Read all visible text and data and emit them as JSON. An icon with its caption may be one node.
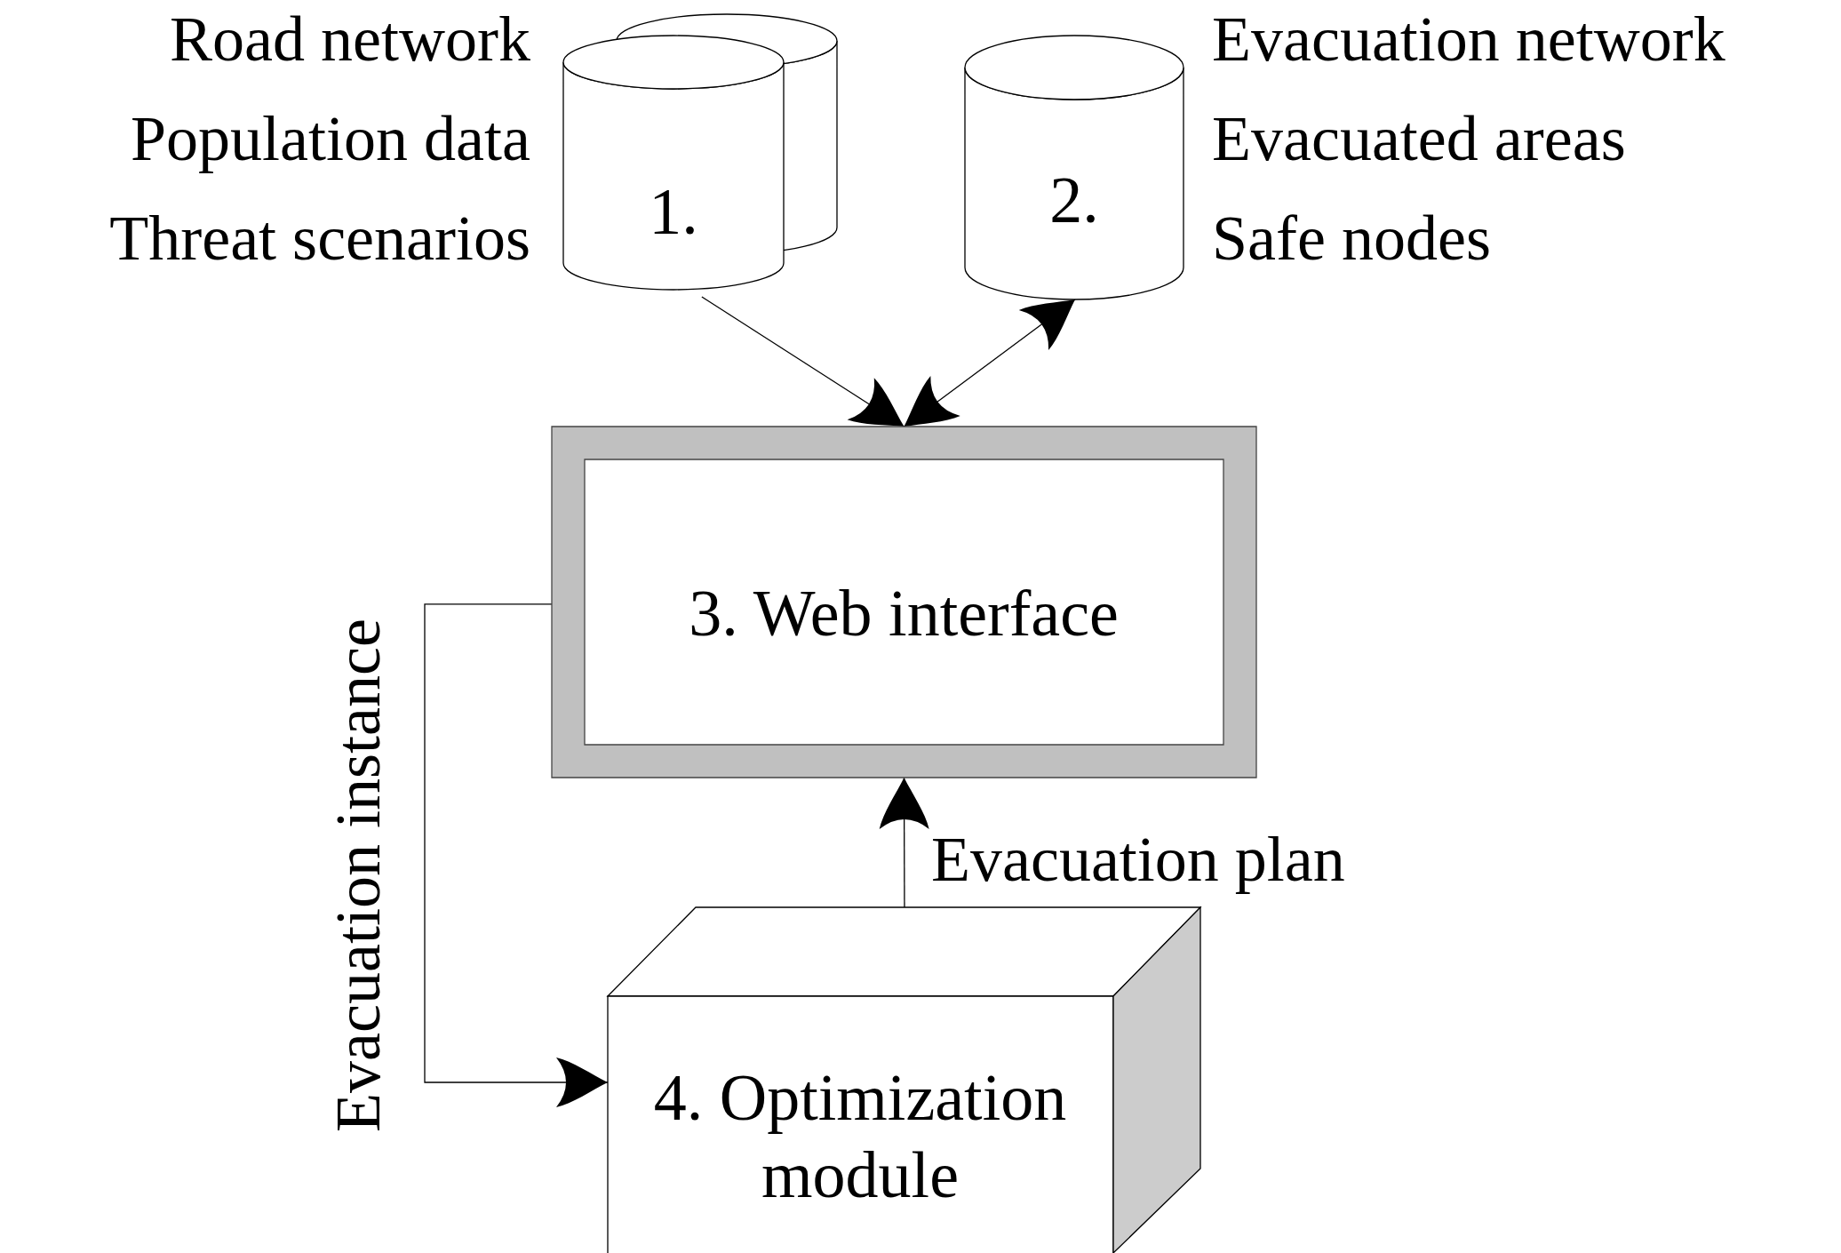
{
  "diagram": {
    "nodes": [
      {
        "text": [
          "1."
        ],
        "beside": [
          "Road network",
          "Population data",
          "Threat scenarios"
        ]
      },
      {
        "text": [
          "2."
        ],
        "beside": [
          "Evacuation network",
          "Evacuated areas",
          "Safe nodes"
        ]
      },
      {
        "text": [
          "3. Web interface"
        ]
      },
      {
        "text": [
          "4. Optimization module"
        ]
      }
    ],
    "edges": [
      {
        "from": 0,
        "to": 2,
        "arrow": "to"
      },
      {
        "from": 2,
        "to": 1,
        "arrow": "both"
      },
      {
        "from": 2,
        "to": 3,
        "arrow": "to",
        "label": "Evacuation instance"
      },
      {
        "from": 3,
        "to": 2,
        "arrow": "to",
        "label": "Evacuation plan"
      }
    ]
  }
}
